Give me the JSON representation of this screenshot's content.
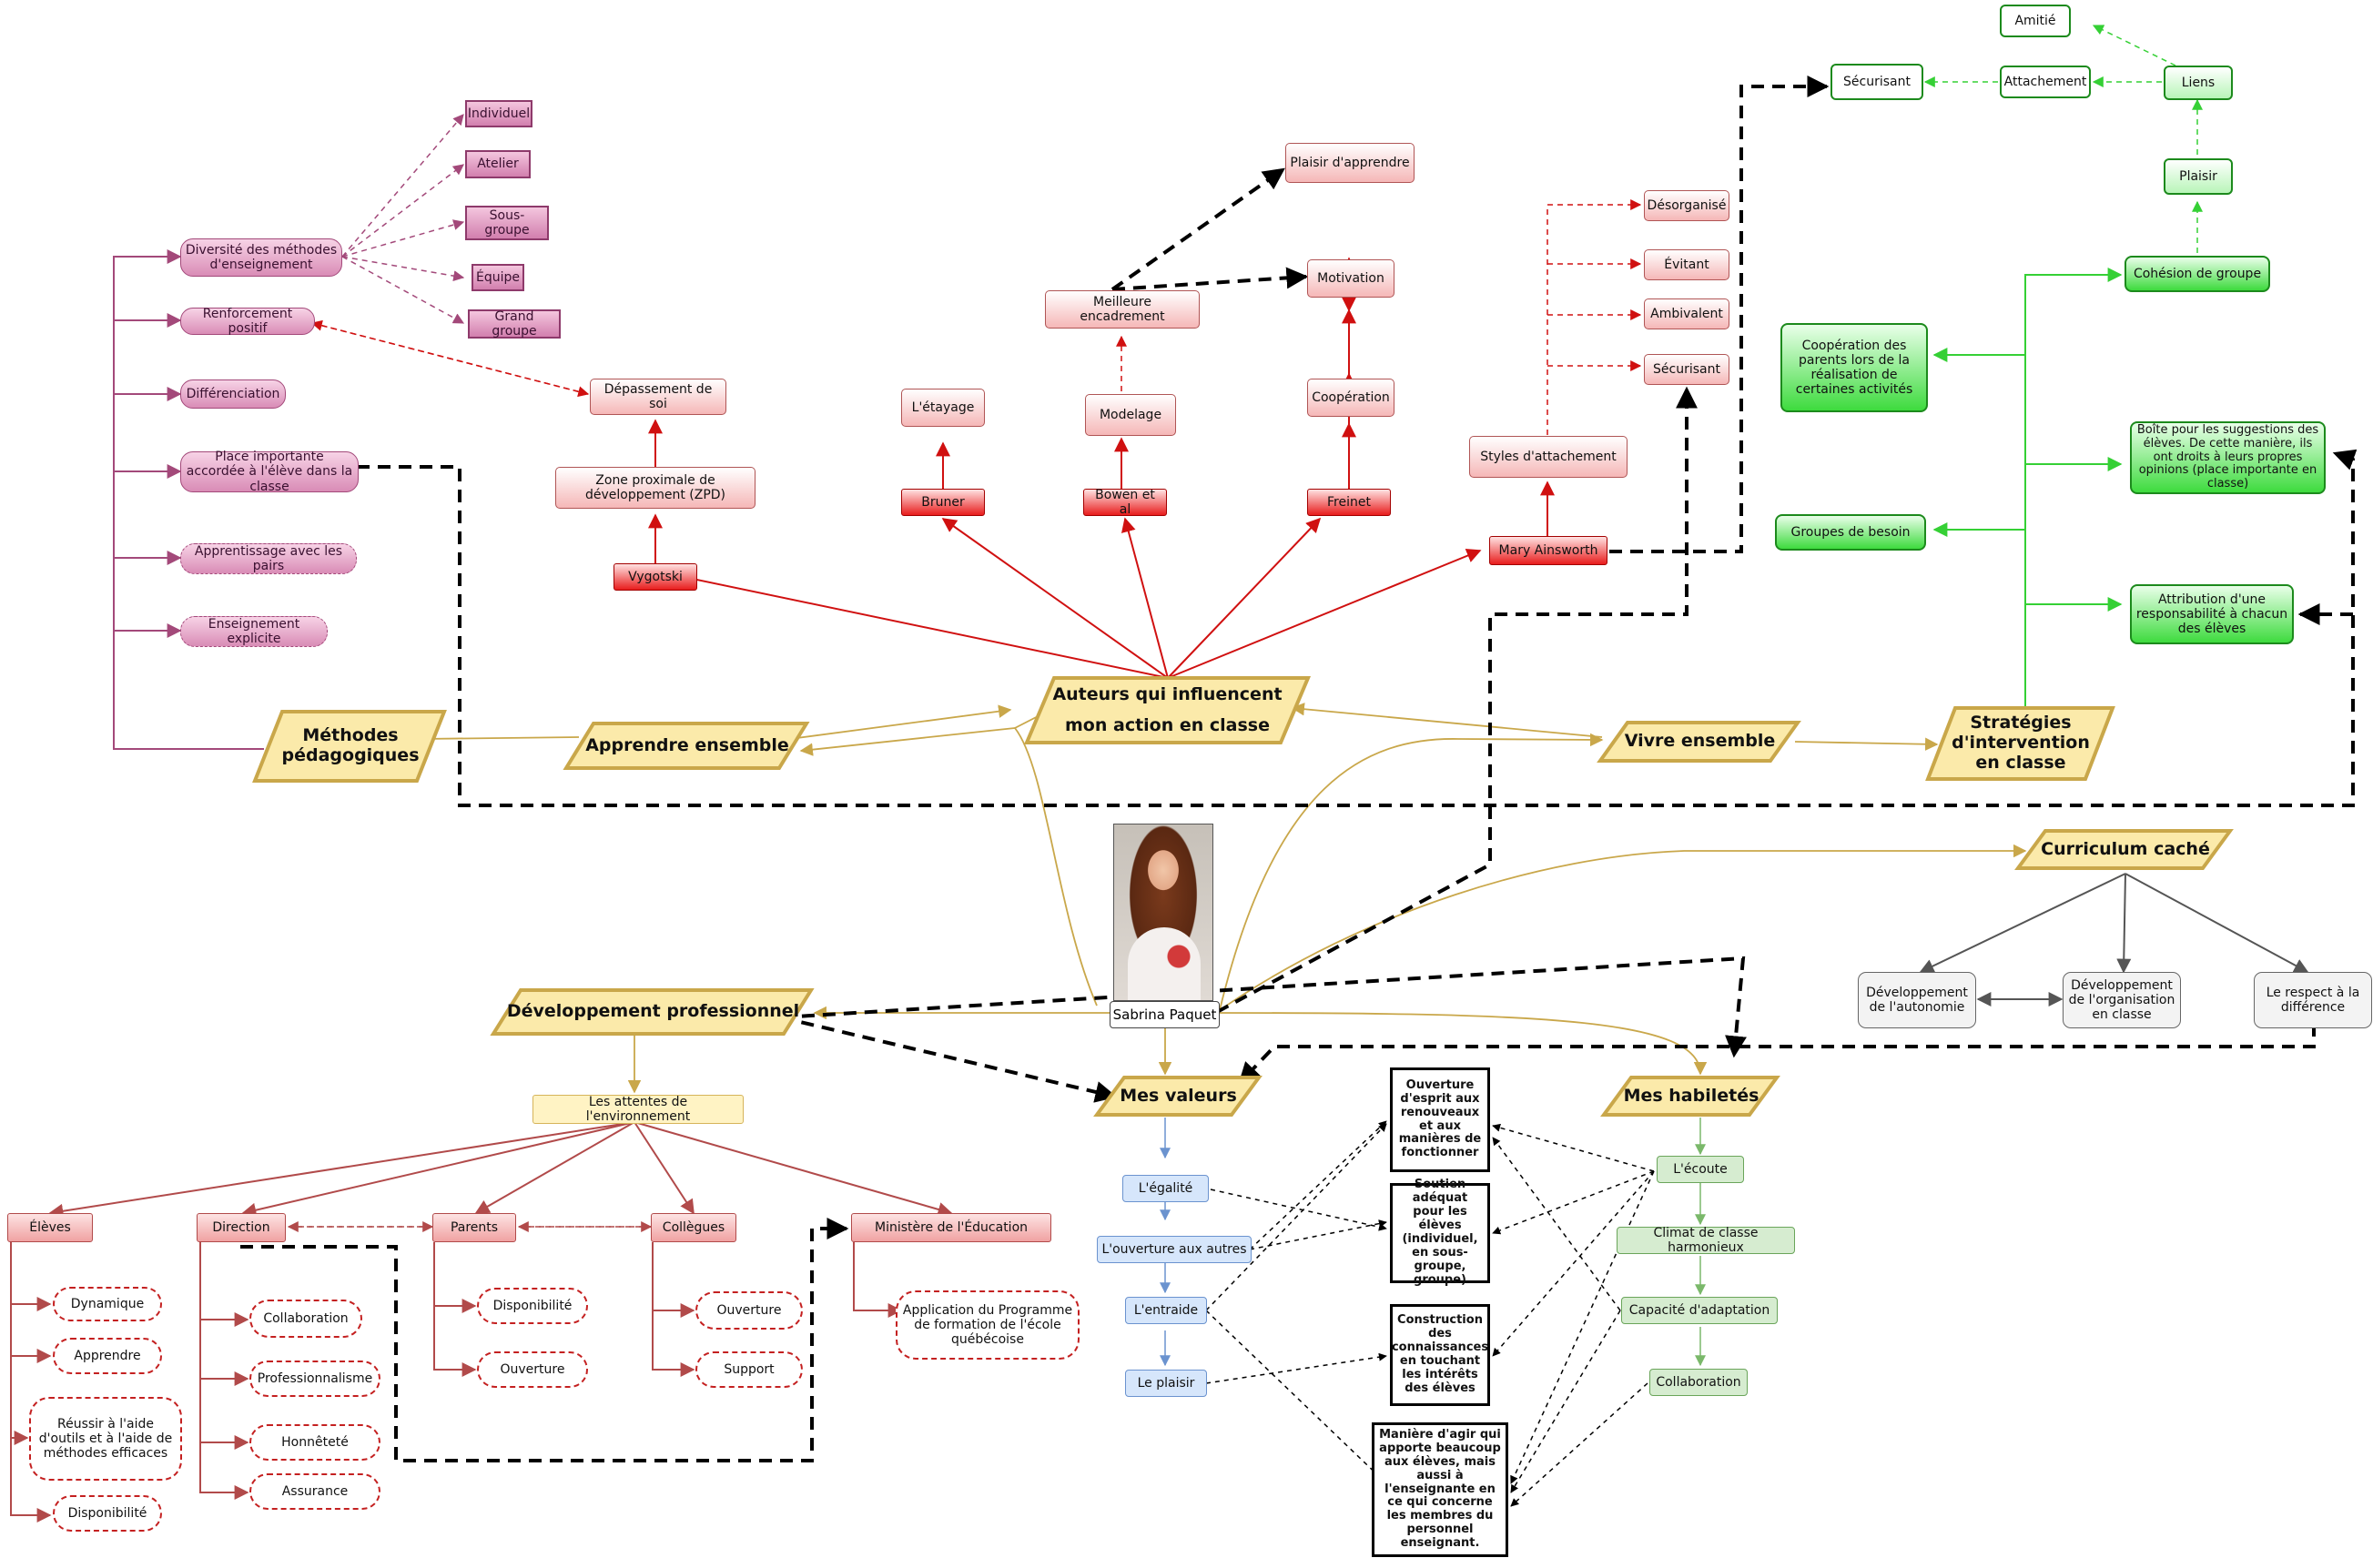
{
  "center": {
    "name": "Sabrina Paquet",
    "photo": "portrait-photo"
  },
  "main": {
    "methodes": "Méthodes pédagogiques",
    "apprendre": "Apprendre ensemble",
    "auteurs_l1": "Auteurs qui influencent",
    "auteurs_l2": "mon action en classe",
    "vivre": "Vivre ensemble",
    "strategies": "Stratégies d'intervention en classe",
    "curriculum": "Curriculum caché",
    "dev_pro": "Développement professionnel",
    "valeurs": "Mes valeurs",
    "habiletes": "Mes habiletés"
  },
  "methodes": {
    "diversite": "Diversité des méthodes d'enseignement",
    "renforcement": "Renforcement positif",
    "differenciation": "Différenciation",
    "place": "Place importante accordée à l'élève dans la classe",
    "pairs": "Apprentissage avec les pairs",
    "explicite": "Enseignement explicite",
    "groupes": [
      "Individuel",
      "Atelier",
      "Sous-groupe",
      "Équipe",
      "Grand groupe"
    ]
  },
  "auteurs": {
    "vygotski": "Vygotski",
    "zpd": "Zone proximale de développement (ZPD)",
    "depassement": "Dépassement de soi",
    "bruner": "Bruner",
    "etayage": "L'étayage",
    "bowen": "Bowen et al",
    "modelage": "Modelage",
    "encadrement": "Meilleure encadrement",
    "plaisir_apprendre": "Plaisir d'apprendre",
    "motivation": "Motivation",
    "cooperation": "Coopération",
    "freinet": "Freinet",
    "ainsworth": "Mary Ainsworth",
    "styles": "Styles d'attachement",
    "attachements": [
      "Désorganisé",
      "Évitant",
      "Ambivalent",
      "Sécurisant"
    ]
  },
  "strategies": {
    "amitie": "Amitié",
    "securisant": "Sécurisant",
    "attachement": "Attachement",
    "liens": "Liens",
    "plaisir": "Plaisir",
    "cohesion": "Cohésion de groupe",
    "cooperation_parents": "Coopération des parents lors de la réalisation de certaines activités",
    "boite": "Boîte pour les suggestions des élèves. De cette manière, ils ont droits à leurs propres opinions (place importante en classe)",
    "groupes_besoin": "Groupes de besoin",
    "attribution": "Attribution d'une responsabilité à chacun des élèves"
  },
  "curriculum": {
    "autonomie": "Développement de l'autonomie",
    "organisation": "Développement de l'organisation en classe",
    "respect": "Le respect à la différence"
  },
  "dev_pro": {
    "attentes": "Les attentes de l'environnement",
    "eleves": "Élèves",
    "direction": "Direction",
    "parents": "Parents",
    "collegues": "Collègues",
    "ministere": "Ministère de l'Éducation",
    "eleves_items": [
      "Dynamique",
      "Apprendre",
      "Réussir à l'aide d'outils et à l'aide de méthodes efficaces",
      "Disponibilité"
    ],
    "direction_items": [
      "Collaboration",
      "Professionnalisme",
      "Honnêteté",
      "Assurance"
    ],
    "parents_items": [
      "Disponibilité",
      "Ouverture"
    ],
    "collegues_items": [
      "Ouverture",
      "Support"
    ],
    "ministere_items": [
      "Application du Programme de formation de l'école québécoise"
    ]
  },
  "valeurs": {
    "items": [
      "L'égalité",
      "L'ouverture aux autres",
      "L'entraide",
      "Le plaisir"
    ]
  },
  "habiletes": {
    "items": [
      "L'écoute",
      "Climat de classe harmonieux",
      "Capacité d'adaptation",
      "Collaboration"
    ]
  },
  "liens": {
    "ouverture": "Ouverture d'esprit aux renouveaux et aux manières de fonctionner",
    "soutien": "Soutien adéquat pour les élèves (individuel, en sous-groupe, groupe)",
    "construction": "Construction des connaissances en touchant les intérêts des élèves",
    "maniere": "Manière d'agir qui apporte beaucoup aux élèves, mais aussi à l'enseignante en ce qui concerne les membres du personnel enseignant."
  },
  "colors": {
    "pink": "#a3497a",
    "red": "#d01010",
    "green": "#35d035",
    "gold": "#c9a74a",
    "blue": "#6b93cf",
    "grey": "#555555",
    "black": "#000000"
  }
}
